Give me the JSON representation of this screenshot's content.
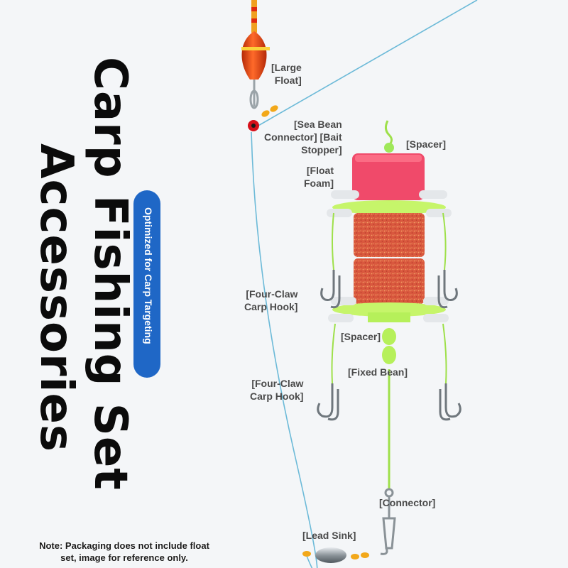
{
  "title": {
    "line1": "Carp Fishing Set",
    "line2": "Accessories"
  },
  "badge": "Optimized for Carp Targeting",
  "labels": {
    "large_float": [
      "[Large",
      "Float]"
    ],
    "sea_bean": [
      "[Sea Bean",
      "Connector] [Bait",
      "Stopper]"
    ],
    "spacer_top": "[Spacer]",
    "float_foam": [
      "[Float",
      "Foam]"
    ],
    "hook_upper": [
      "[Four-Claw",
      "Carp Hook]"
    ],
    "spacer_mid": "[Spacer]",
    "fixed_bean": "[Fixed Bean]",
    "hook_lower": [
      "[Four-Claw",
      "Carp Hook]"
    ],
    "connector": "[Connector]",
    "lead_sink": "[Lead Sink]"
  },
  "note": [
    "Note: Packaging does not include float",
    "set, image for reference only."
  ],
  "colors": {
    "float_body": "#e8421a",
    "float_foam": "#f04a6a",
    "bait": "#d8553c",
    "spacer_green": "#b6f05a",
    "line": "#6cbad8",
    "badge": "#1f67c6"
  }
}
